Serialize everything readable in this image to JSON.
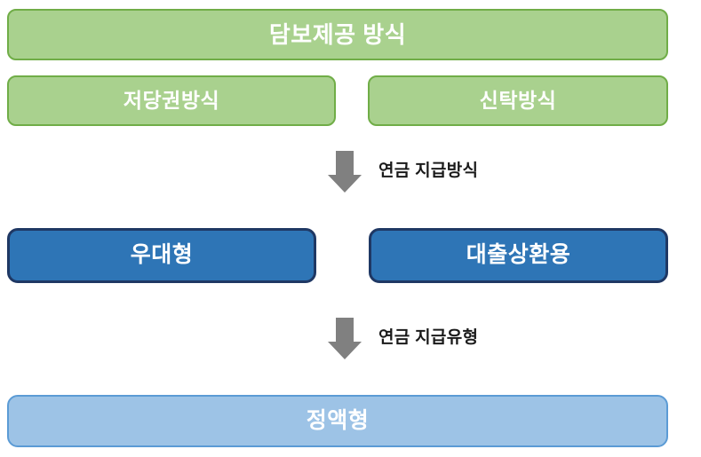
{
  "diagram": {
    "title_box": {
      "label": "담보제공 방식",
      "fill": "#A9D18E",
      "border": "#70AD47"
    },
    "collateral_methods": [
      {
        "label": "저당권방식",
        "fill": "#A9D18E",
        "border": "#70AD47"
      },
      {
        "label": "신탁방식",
        "fill": "#A9D18E",
        "border": "#70AD47"
      }
    ],
    "connector_1": {
      "icon": "down-arrow-icon",
      "label": "연금 지급방식",
      "color": "#808080"
    },
    "payment_methods": [
      {
        "label": "우대형",
        "fill": "#2E75B6",
        "border": "#1F3864"
      },
      {
        "label": "대출상환용",
        "fill": "#2E75B6",
        "border": "#1F3864"
      }
    ],
    "connector_2": {
      "icon": "down-arrow-icon",
      "label": "연금 지급유형",
      "color": "#808080"
    },
    "payment_types": [
      {
        "label": "정액형",
        "fill": "#9DC3E6",
        "border": "#5B9BD5"
      }
    ]
  }
}
